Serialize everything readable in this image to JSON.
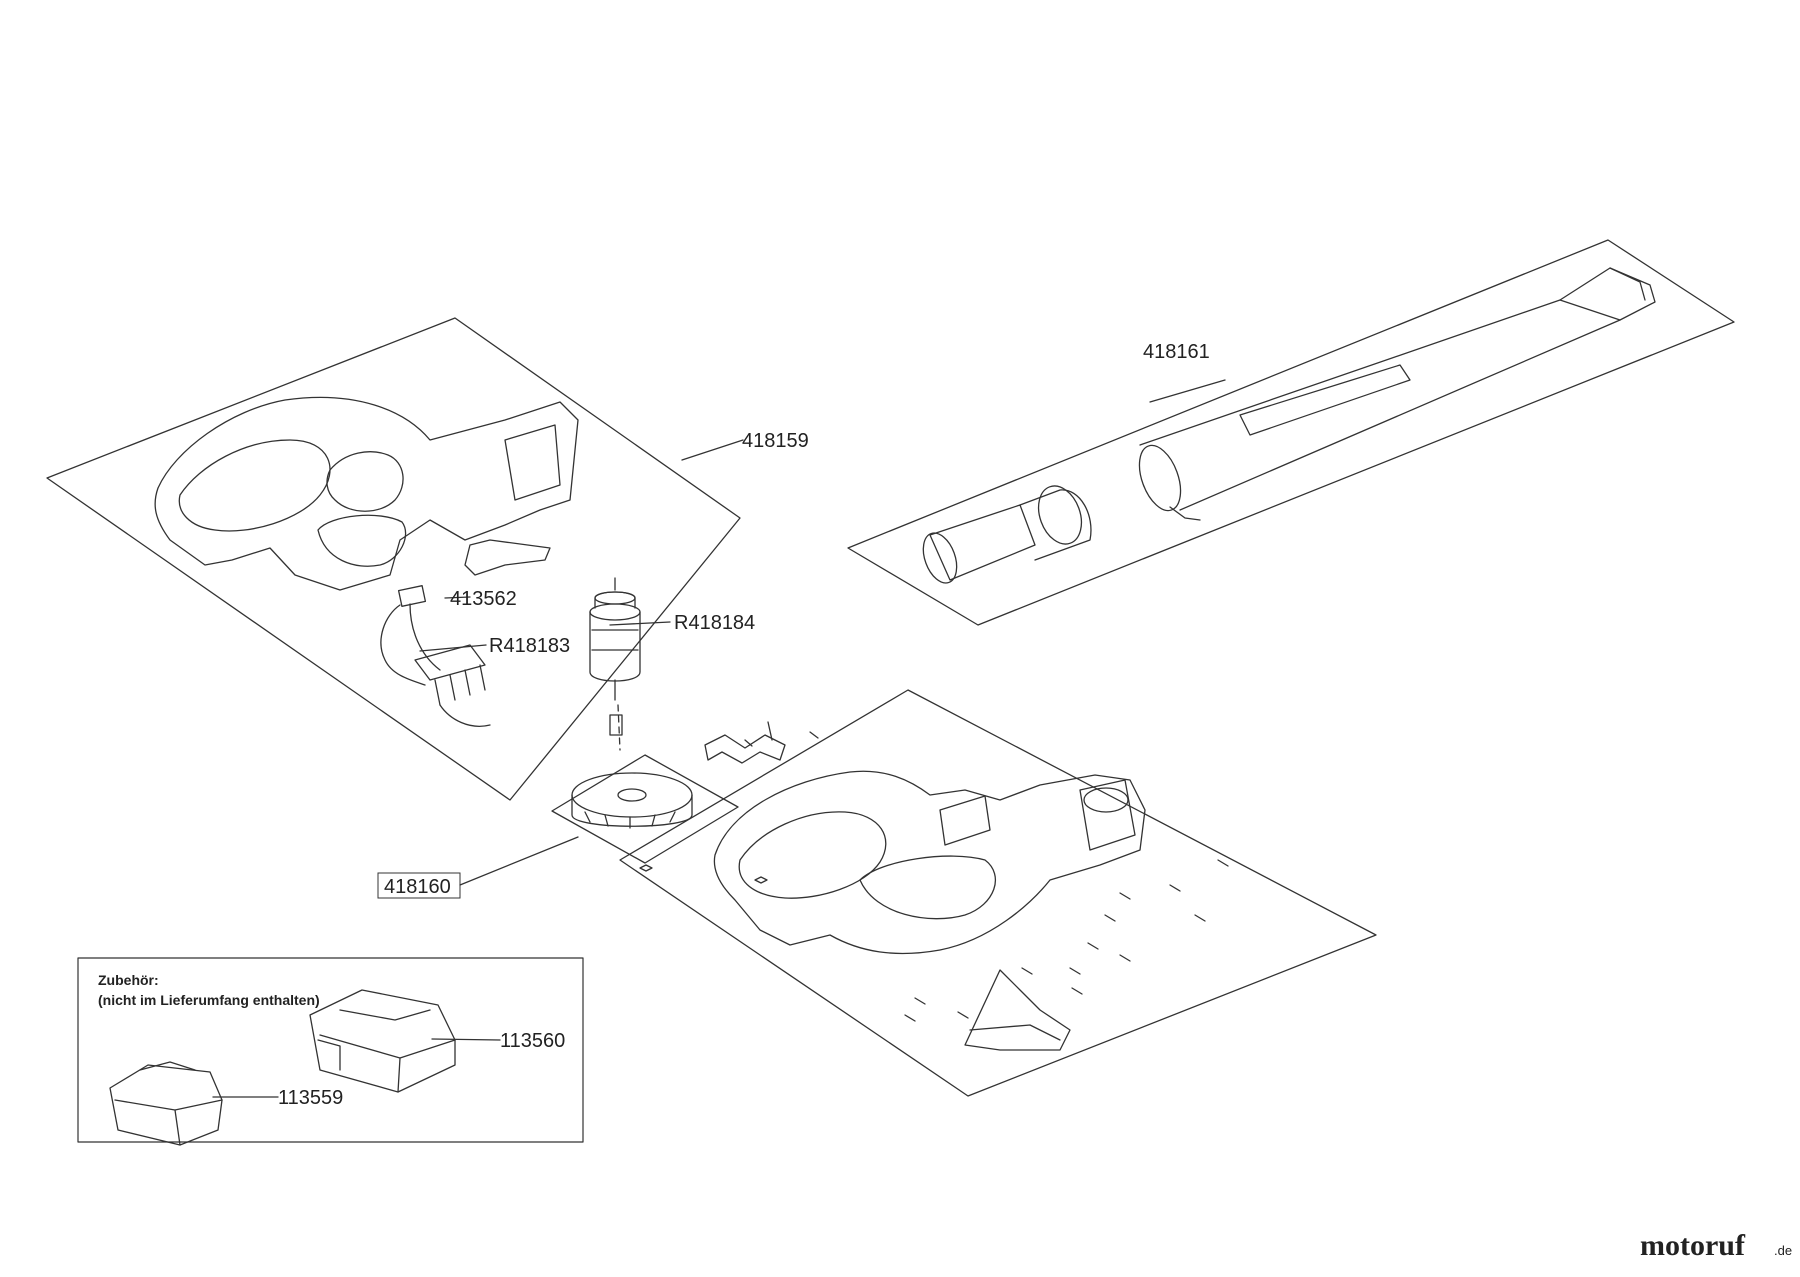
{
  "parts": {
    "blower_tube": "418161",
    "housing_left": "418159",
    "switch": "413562",
    "motor": "R418184",
    "pcb": "R418183",
    "fan": "418160",
    "charger": "113560",
    "battery": "113559"
  },
  "accessories": {
    "title_line1": "Zubehör:",
    "title_line2": "(nicht im Lieferumfang enthalten)"
  },
  "brand": {
    "logo_main": "motoruf",
    "logo_suffix": ".de",
    "colors": [
      "#e53935",
      "#1e88e5",
      "#43a047",
      "#fbc02d",
      "#8e24aa"
    ]
  }
}
